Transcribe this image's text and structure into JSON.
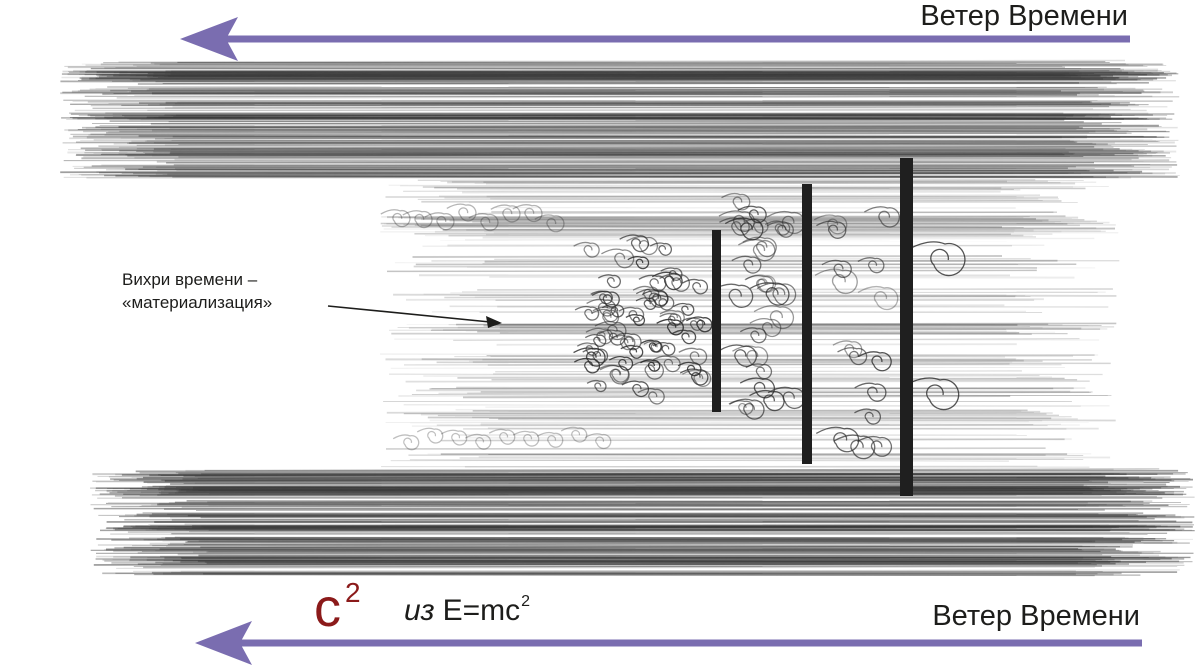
{
  "arrows": {
    "top_label": "Ветер Времени",
    "bottom_label": "Ветер Времени",
    "color": "#7a6db0"
  },
  "annotation": {
    "line1": "Вихри времени –",
    "line2": "«материализация»"
  },
  "formula": {
    "c_letter": "c",
    "c_exponent": "2",
    "from_word": "из",
    "equation": "E=mc",
    "equation_exponent": "2",
    "c_color": "#8b1a1a"
  },
  "colors": {
    "pencil": "#3a3a3a",
    "bar": "#1f1f1f",
    "background": "#ffffff"
  }
}
